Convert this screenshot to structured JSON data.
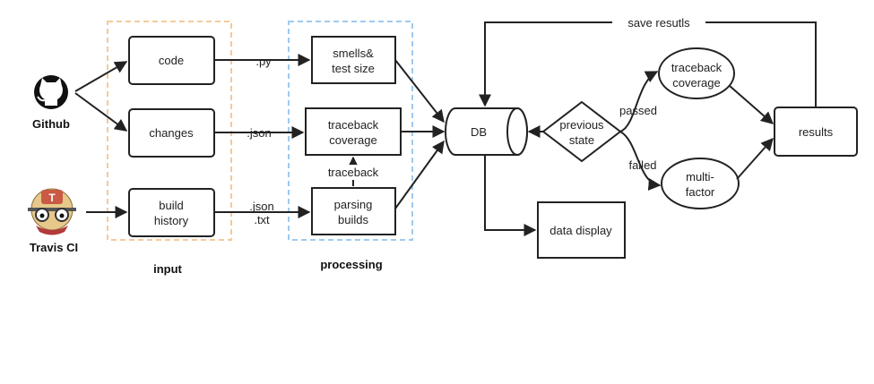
{
  "sources": {
    "github_label": "Github",
    "travis_label": "Travis CI"
  },
  "groups": {
    "input_label": "input",
    "processing_label": "processing",
    "input_color": "#f5c99a",
    "processing_color": "#9fcaf0"
  },
  "nodes": {
    "code": "code",
    "changes": "changes",
    "build_history_line1": "build",
    "build_history_line2": "history",
    "smells_line1": "smells&",
    "smells_line2": "test size",
    "traceback_cov_line1": "traceback",
    "traceback_cov_line2": "coverage",
    "parsing_line1": "parsing",
    "parsing_line2": "builds",
    "db": "DB",
    "previous_state_line1": "previous",
    "previous_state_line2": "state",
    "traceback_cov2_line1": "traceback",
    "traceback_cov2_line2": "coverage",
    "multifactor_line1": "multi-",
    "multifactor_line2": "factor",
    "results": "results",
    "data_display": "data display"
  },
  "edges": {
    "py": ".py",
    "json": ".json",
    "json2": ".json",
    "txt": ".txt",
    "traceback": "traceback",
    "passed": "passed",
    "failed": "failed",
    "save_results": "save resutls"
  }
}
